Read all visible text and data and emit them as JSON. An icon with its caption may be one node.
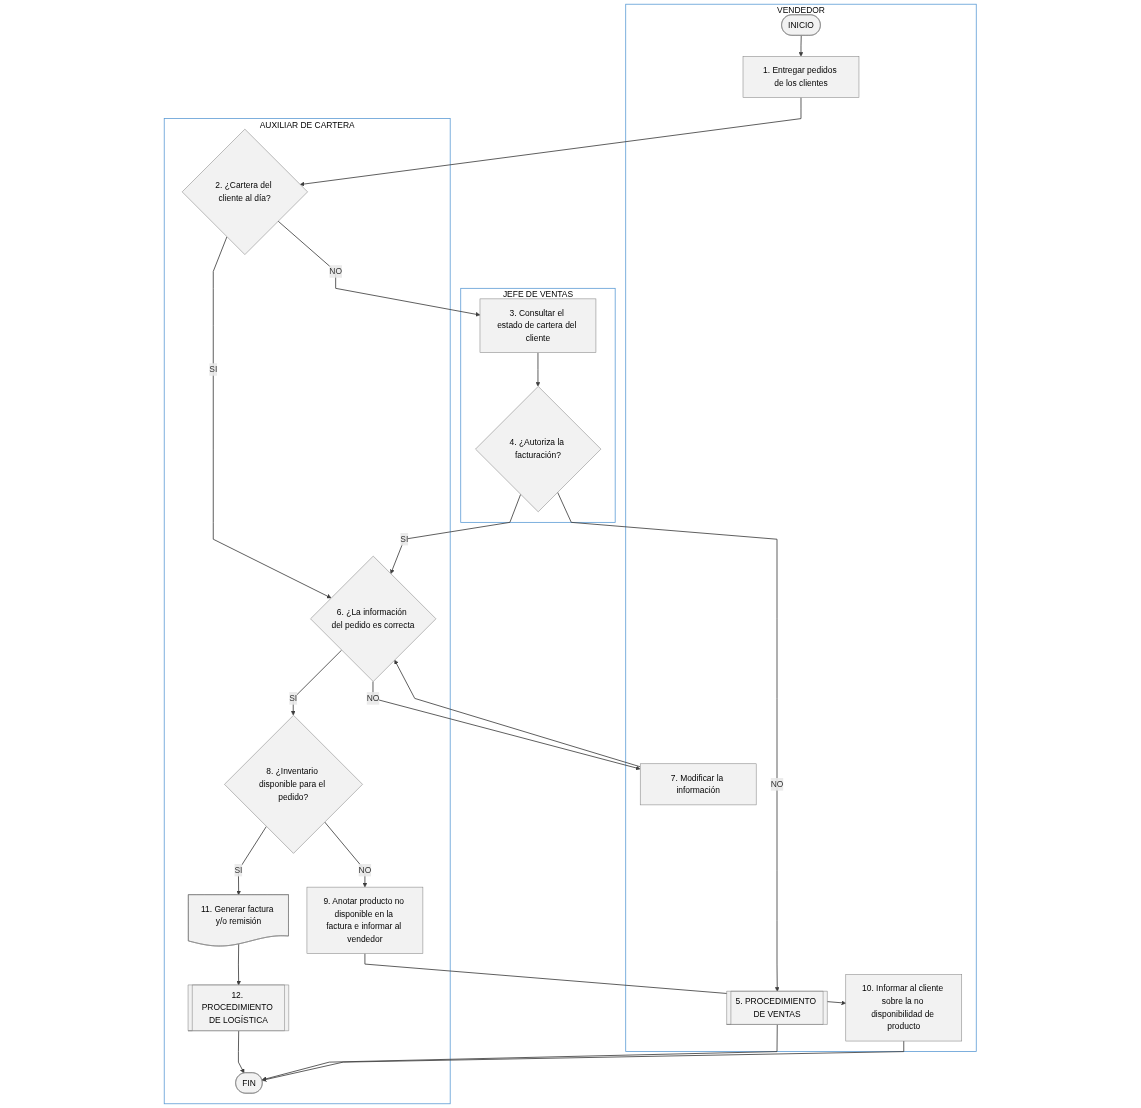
{
  "diagram": {
    "nodes": [
      {
        "text": [
          "VENDEDOR"
        ]
      },
      {
        "text": [
          "AUXILIAR DE CARTERA"
        ]
      },
      {
        "text": [
          "JEFE DE VENTAS"
        ]
      },
      {
        "text": [
          "INICIO"
        ],
        "in": 0
      },
      {
        "text": [
          "1. Entregar pedidos de los clientes"
        ],
        "in": 0
      },
      {
        "text": [
          "2. ¿Cartera del cliente al día?"
        ],
        "in": 1
      },
      {
        "text": [
          "3. Consultar el estado de cartera del cliente"
        ],
        "in": 2
      },
      {
        "text": [
          "4. ¿Autoriza la facturación?"
        ],
        "in": 2
      },
      {
        "text": [
          "5. PROCEDIMIENTO DE VENTAS"
        ],
        "in": 0
      },
      {
        "text": [
          "6. ¿La información del pedido es correcta"
        ],
        "in": 1
      },
      {
        "text": [
          "7. Modificar la información"
        ],
        "in": 0
      },
      {
        "text": [
          "8. ¿Inventario disponible para el pedido?"
        ],
        "in": 1
      },
      {
        "text": [
          "9. Anotar producto no disponible en la factura e informar al vendedor"
        ],
        "in": 1
      },
      {
        "text": [
          "10. Informar al cliente sobre la no disponibilidad de producto"
        ],
        "in": 0
      },
      {
        "text": [
          "11. Generar factura y/o remisión"
        ],
        "in": 1
      },
      {
        "text": [
          "12. PROCEDIMIENTO DE LOGÍSTICA"
        ],
        "in": 1
      },
      {
        "text": [
          "FIN"
        ],
        "in": 1
      }
    ],
    "edges": [
      {
        "from": 3,
        "to": 4,
        "arrow": "to"
      },
      {
        "from": 4,
        "to": 5,
        "arrow": "to"
      },
      {
        "from": 5,
        "to": 6,
        "arrow": "to",
        "label": "NO"
      },
      {
        "from": 5,
        "to": 9,
        "arrow": "to",
        "label": "SI"
      },
      {
        "from": 6,
        "to": 7,
        "arrow": "to"
      },
      {
        "from": 7,
        "to": 8,
        "arrow": "to",
        "label": "NO"
      },
      {
        "from": 7,
        "to": 9,
        "arrow": "to",
        "label": "SI"
      },
      {
        "from": 10,
        "to": 9,
        "arrow": "to"
      },
      {
        "from": 9,
        "to": 10,
        "arrow": "to",
        "label": "NO"
      },
      {
        "from": 9,
        "to": 11,
        "arrow": "to",
        "label": "SI"
      },
      {
        "from": 11,
        "to": 12,
        "arrow": "to",
        "label": "NO"
      },
      {
        "from": 11,
        "to": 14,
        "arrow": "to",
        "label": "SI"
      },
      {
        "from": 12,
        "to": 13,
        "arrow": "to"
      },
      {
        "from": 14,
        "to": 15,
        "arrow": "to"
      },
      {
        "from": 15,
        "to": 16,
        "arrow": "to"
      },
      {
        "from": 8,
        "to": 16,
        "arrow": "to"
      },
      {
        "from": 13,
        "to": 16,
        "arrow": "to"
      }
    ]
  }
}
